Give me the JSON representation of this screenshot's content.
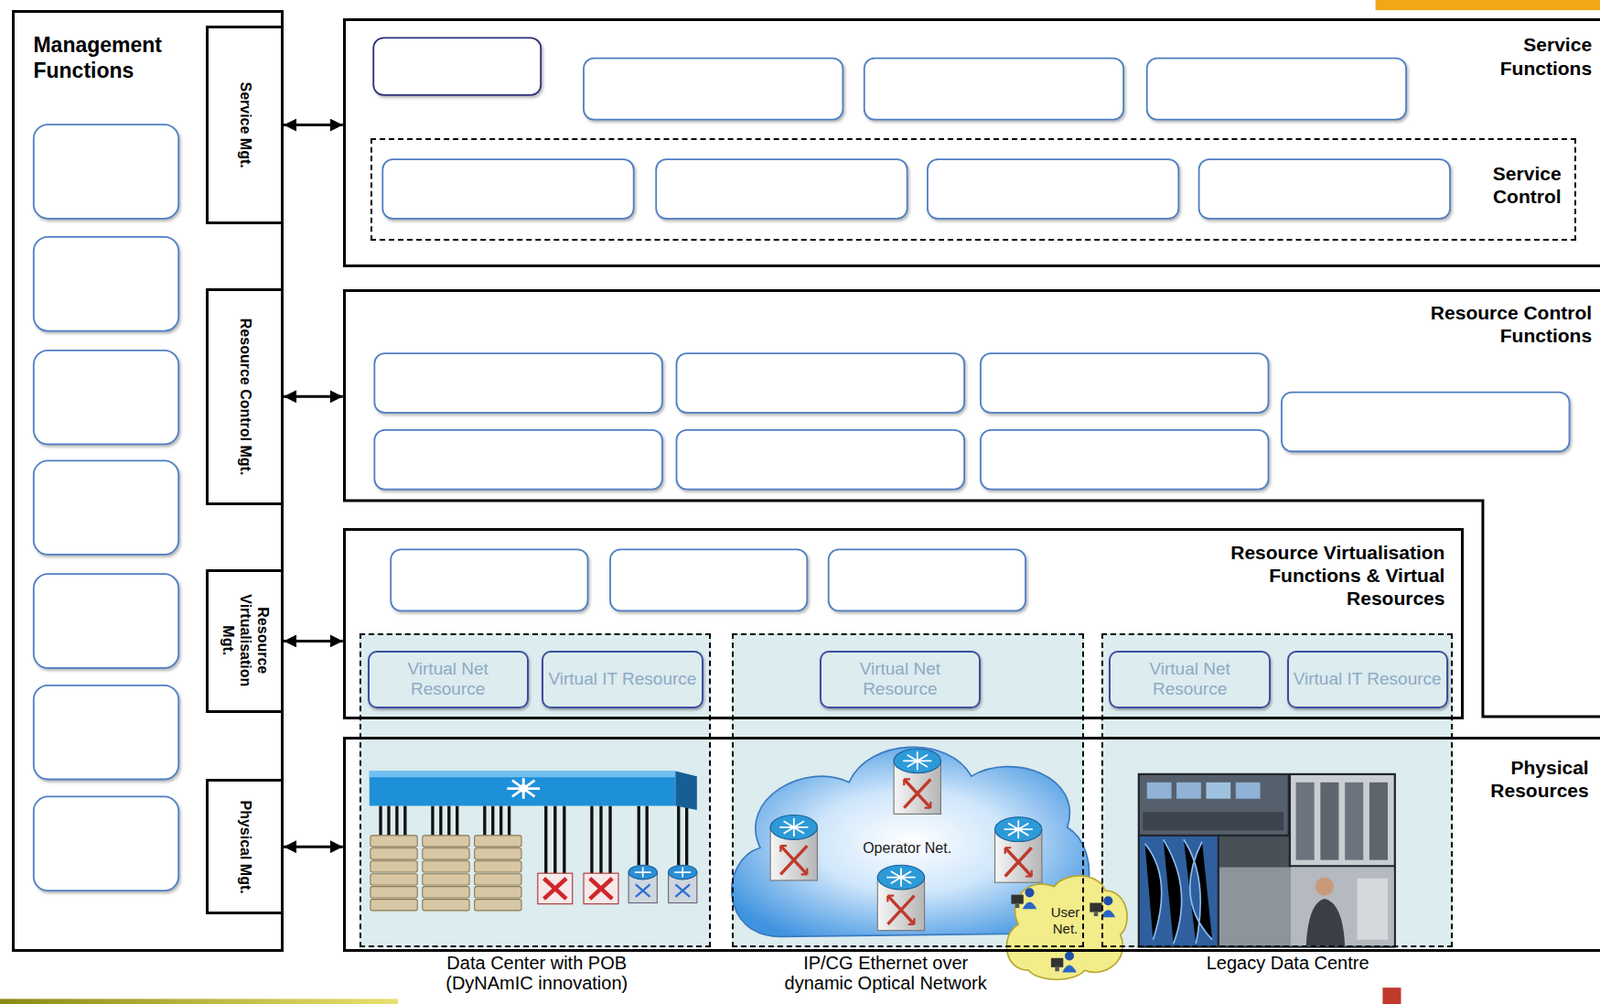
{
  "diagram": {
    "nodes": [
      {
        "text": [
          "Management Functions"
        ]
      },
      {
        "text": [
          "Service Mgt."
        ],
        "in": 0
      },
      {
        "text": [
          "Resource Control Mgt."
        ],
        "in": 0
      },
      {
        "text": [
          "Resource Virtualisation Mgt."
        ],
        "in": 0
      },
      {
        "text": [
          "Physical Mgt."
        ],
        "in": 0
      },
      {
        "text": [
          "Service Functions"
        ]
      },
      {
        "text": [
          "Service Control"
        ],
        "in": 5
      },
      {
        "text": [
          "Resource Control Functions"
        ]
      },
      {
        "text": [
          "Resource Virtualisation Functions & Virtual Resources"
        ]
      },
      {
        "text": [
          "Physical Resources"
        ]
      },
      {
        "text": [
          "Data Center with POB (DyNAmIC innovation)"
        ]
      },
      {
        "text": [
          "Virtual Net Resource"
        ],
        "in": 10
      },
      {
        "text": [
          "Virtual IT Resource"
        ],
        "in": 10
      },
      {
        "text": [
          "IP/CG Ethernet over dynamic Optical Network"
        ]
      },
      {
        "text": [
          "Virtual Net Resource"
        ],
        "in": 13
      },
      {
        "text": [
          "Legacy Data Centre"
        ]
      },
      {
        "text": [
          "Virtual Net Resource"
        ],
        "in": 15
      },
      {
        "text": [
          "Virtual IT Resource"
        ],
        "in": 15
      }
    ],
    "edges": [
      {
        "from": 1,
        "to": 5,
        "arrow": "both"
      },
      {
        "from": 2,
        "to": 7,
        "arrow": "both"
      },
      {
        "from": 3,
        "to": 8,
        "arrow": "both"
      },
      {
        "from": 4,
        "to": 9,
        "arrow": "both"
      }
    ],
    "labels": [
      "Operator Net.",
      "User Net."
    ]
  }
}
